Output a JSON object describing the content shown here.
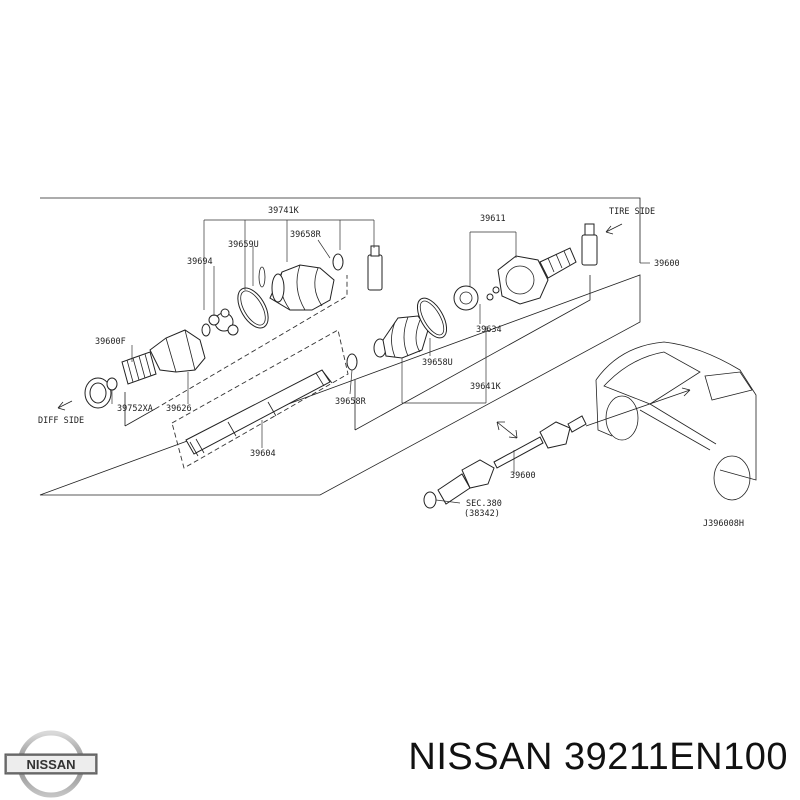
{
  "diagram": {
    "tire_side": "TIRE SIDE",
    "diff_side": "DIFF SIDE",
    "ref_code": "J396008H",
    "labels": {
      "p39741K": "39741K",
      "p39659U": "39659U",
      "p39658R_top": "39658R",
      "p39694": "39694",
      "p39600F": "39600F",
      "p39752XA": "39752XA",
      "p39626": "39626",
      "p39658R_mid": "39658R",
      "p39604": "39604",
      "p39611": "39611",
      "p39600_main": "39600",
      "p39634": "39634",
      "p39658U": "39658U",
      "p39641K": "39641K",
      "p39600_car": "39600",
      "sec380": "SEC.380",
      "p38342": "(38342)"
    }
  },
  "brand": {
    "logo_text": "NISSAN",
    "caption": "NISSAN 39211EN100"
  }
}
